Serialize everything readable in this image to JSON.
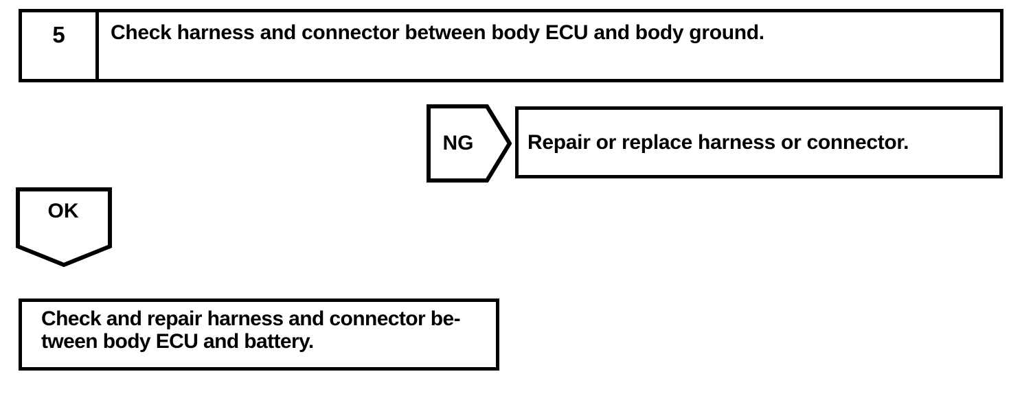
{
  "colors": {
    "ink": "#000000",
    "paper": "#ffffff"
  },
  "flowchart": {
    "step": {
      "number": "5",
      "instruction": "Check harness and connector between body ECU and body ground."
    },
    "ng_branch": {
      "label": "NG",
      "action": "Repair or replace harness or connector."
    },
    "ok_branch": {
      "label": "OK"
    },
    "result": {
      "line1": "Check and repair harness and connector be-",
      "line2": "tween body ECU and battery."
    }
  }
}
